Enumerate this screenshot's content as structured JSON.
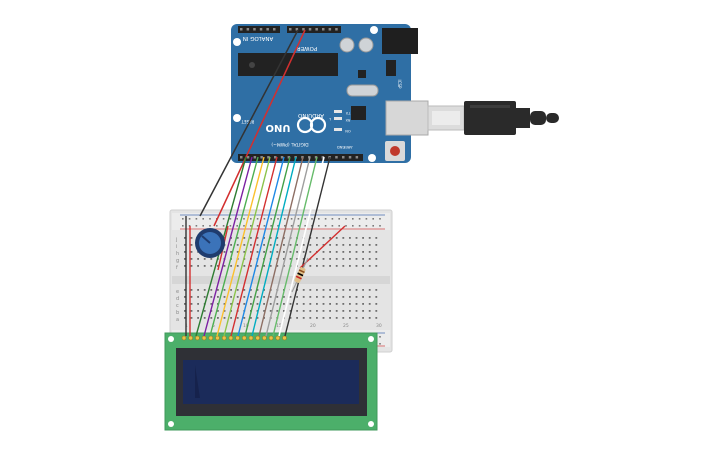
{
  "arduino": {
    "brand": "ARDUINO",
    "model": "UNO",
    "analog_header": "ANALOG IN",
    "power_header": "POWER",
    "digital_header": "DIGITAL (PWM~)",
    "reset_label": "RESET",
    "icsp_label": "ICSP",
    "aref_label": "AREF",
    "gnd_label": "GND",
    "tx_label": "TX",
    "rx_label": "RX",
    "on_label": "ON",
    "l_label": "L"
  },
  "breadboard": {
    "row_letters_top": [
      "j",
      "i",
      "h",
      "g",
      "f"
    ],
    "row_letters_bottom": [
      "e",
      "d",
      "c",
      "b",
      "a"
    ],
    "column_numbers": [
      "1",
      "5",
      "10",
      "15",
      "20",
      "25",
      "30"
    ]
  },
  "colors": {
    "board_blue": "#2f6fa5",
    "lcd_green": "#4caf6a",
    "lcd_screen": "#1b2b5a",
    "wire_red": "#d32f2f",
    "wire_black": "#333333"
  }
}
